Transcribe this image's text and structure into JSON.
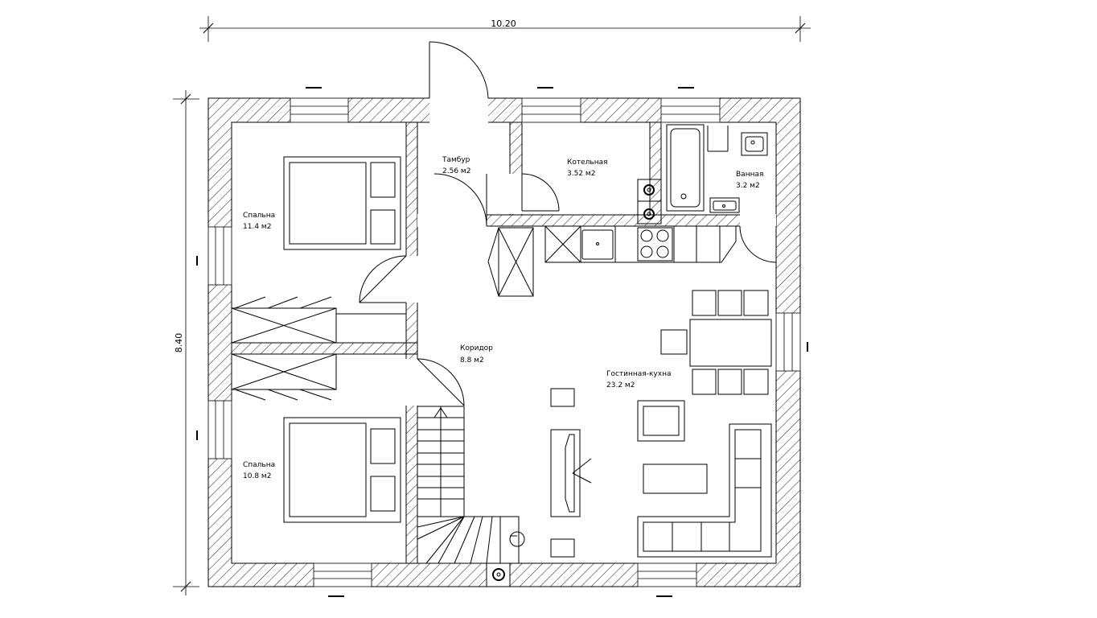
{
  "dimensions": {
    "width": "10.20",
    "height": "8.40"
  },
  "rooms": [
    {
      "key": "bedroom1",
      "name": "Спальна",
      "area": "11.4 м2"
    },
    {
      "key": "tambur",
      "name": "Тамбур",
      "area": "2.56 м2"
    },
    {
      "key": "boiler",
      "name": "Котельная",
      "area": "3.52 м2"
    },
    {
      "key": "bath",
      "name": "Ванная",
      "area": "3.2 м2"
    },
    {
      "key": "corridor",
      "name": "Коридор",
      "area": "8.8 м2"
    },
    {
      "key": "living",
      "name": "Гостинная-кухна",
      "area": "23.2 м2"
    },
    {
      "key": "bedroom2",
      "name": "Спальна",
      "area": "10.8 м2"
    }
  ],
  "colors": {
    "line": "#000000",
    "background": "#ffffff"
  }
}
